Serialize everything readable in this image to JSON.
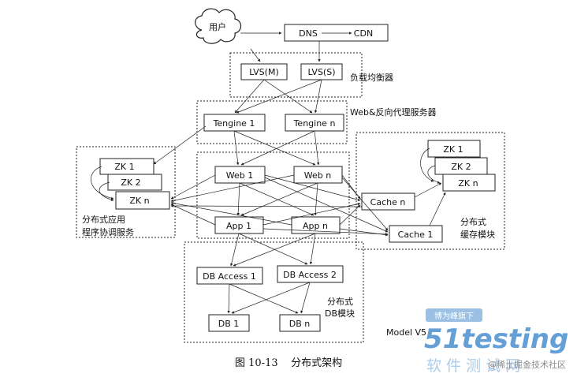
{
  "nodes": {
    "user": "用户",
    "dns": "DNS",
    "cdn": "CDN",
    "lvs_m": "LVS(M)",
    "lvs_s": "LVS(S)",
    "tengine_1": "Tengine 1",
    "tengine_n": "Tengine n",
    "web_1": "Web 1",
    "web_n": "Web n",
    "app_1": "App 1",
    "app_n": "App n",
    "zk_1": "ZK 1",
    "zk_2": "ZK 2",
    "zk_n": "ZK n",
    "cache_zk_1": "ZK 1",
    "cache_zk_2": "ZK 2",
    "cache_zk_n": "ZK n",
    "cache_n": "Cache n",
    "cache_1": "Cache 1",
    "db_access_1": "DB Access 1",
    "db_access_2": "DB Access 2",
    "db_1": "DB 1",
    "db_n": "DB n"
  },
  "groups": {
    "load_balancer": "负载均衡器",
    "web_proxy": "Web&反向代理服务器",
    "coord_line1": "分布式应用",
    "coord_line2": "程序协调服务",
    "cache_line1": "分布式",
    "cache_line2": "缓存模块",
    "db_line1": "分布式",
    "db_line2": "DB模块"
  },
  "caption": "图 10-13    分布式架构",
  "model_label": "Model V5",
  "watermark": {
    "badge": "博为峰旗下",
    "brand": "51testing",
    "chinese": "软 件 测 试 网",
    "credit": "@稀土掘金技术社区"
  },
  "colors": {
    "line": "#222222",
    "watermark_blue": "#4a8fd0",
    "watermark_light": "#9cc4ea"
  }
}
